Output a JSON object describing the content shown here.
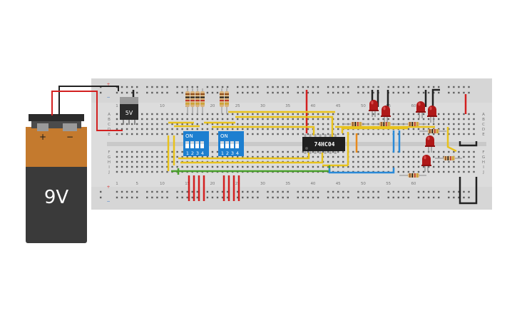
{
  "colors": {
    "breadboard": "#dcdcdc",
    "hole": "#5e5e5e",
    "rail_red": "#d63a3a",
    "rail_blue": "#3a78c8",
    "wire_red": "#d32020",
    "wire_black": "#222222",
    "wire_yellow": "#e8c21c",
    "wire_green": "#4aa02c",
    "wire_blue": "#2a8ad8",
    "wire_orange": "#e88a1c",
    "dip_switch": "#1d7fd0",
    "led": "#b01818",
    "battery_top": "#c47a2e",
    "battery_body": "#3a3a3a"
  },
  "battery": {
    "voltage_label": "9V",
    "plus_label": "+",
    "minus_label": "−"
  },
  "regulator": {
    "label": "5V"
  },
  "ic": {
    "label": "74HC04"
  },
  "dip_switches": [
    {
      "on_label": "ON",
      "pin_labels": [
        "1",
        "2",
        "3",
        "4"
      ]
    },
    {
      "on_label": "ON",
      "pin_labels": [
        "1",
        "2",
        "3",
        "4"
      ]
    }
  ],
  "breadboard": {
    "column_numbers": [
      "1",
      "5",
      "10",
      "15",
      "20",
      "25",
      "30",
      "35",
      "40",
      "45",
      "50",
      "55",
      "60"
    ],
    "row_letters_top": [
      "A",
      "B",
      "C",
      "D",
      "E"
    ],
    "row_letters_bottom": [
      "F",
      "G",
      "H",
      "I",
      "J"
    ]
  }
}
